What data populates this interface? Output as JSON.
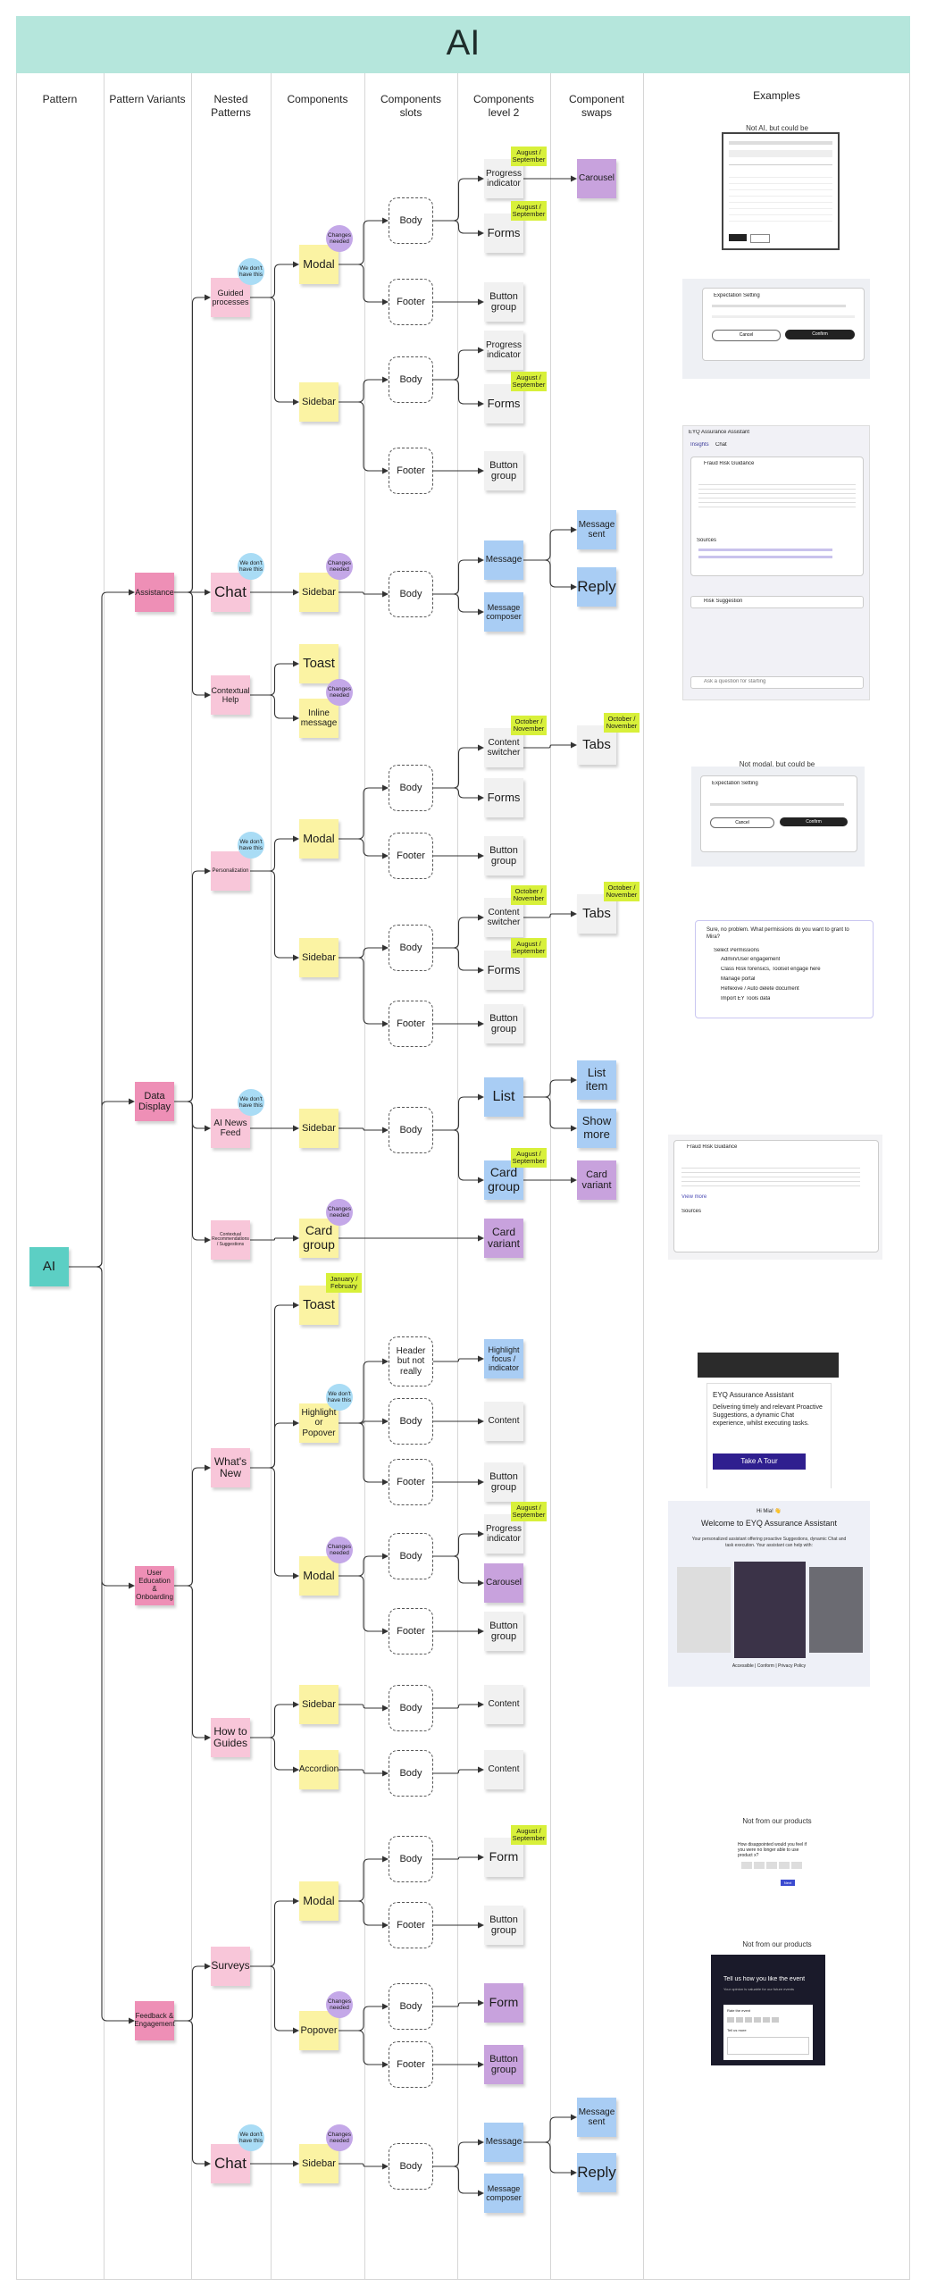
{
  "title": "AI",
  "columns": [
    "Pattern",
    "Pattern Variants",
    "Nested Patterns",
    "Components",
    "Components slots",
    "Components level 2",
    "Component swaps",
    "Examples"
  ],
  "colors": {
    "banner": "#b5e6dc",
    "pattern": "#5ccfc4",
    "variant": "#ee8fb6",
    "nested": "#f8c6d9",
    "component": "#fbf3a3",
    "slot": "#ffffff",
    "level2_default": "#f1f1f1",
    "level2_blue": "#a9cdf4",
    "purple": "#c8a2dd",
    "tag": "#d8f03a",
    "blue_circle": "#a9dcf5",
    "purple_circle": "#c4a8e8"
  },
  "pattern": {
    "label": "AI"
  },
  "variants": {
    "assistance": "Assistance",
    "data_display": "Data Display",
    "education": "User Education & Onboarding",
    "feedback": "Feedback & Engagement"
  },
  "nested": {
    "guided": "Guided processes",
    "chat": "Chat",
    "contextual": "Contextual Help",
    "personalization": "Personalization",
    "ai_news": "AI News Feed",
    "recommendations": "Contextual Recommendations / Suggestions",
    "whats_new": "What's New",
    "how_to": "How to Guides",
    "surveys": "Surveys",
    "chat2": "Chat"
  },
  "components": {
    "modal": "Modal",
    "sidebar": "Sidebar",
    "toast": "Toast",
    "inline_message": "Inline message",
    "card_group": "Card group",
    "highlight_popover": "Highlight or Popover",
    "accordion": "Accordion",
    "popover": "Popover"
  },
  "slots": {
    "body": "Body",
    "footer": "Footer",
    "header": "Header but not really"
  },
  "level2": {
    "progress_indicator": "Progress indicator",
    "forms": "Forms",
    "button_group": "Button group",
    "message": "Message",
    "message_composer": "Message composer",
    "content_switcher": "Content switcher",
    "list": "List",
    "card_group": "Card group",
    "card_variant": "Card variant",
    "highlight_focus": "Highlight focus / indicator",
    "content": "Content",
    "carousel": "Carousel",
    "form": "Form"
  },
  "swaps": {
    "carousel": "Carousel",
    "message_sent": "Message sent",
    "reply": "Reply",
    "tabs": "Tabs",
    "list_item": "List item",
    "show_more": "Show more",
    "card_variant": "Card variant"
  },
  "tags": {
    "aug_sep": "August / September",
    "oct_nov": "October / November",
    "jan_feb": "January / February"
  },
  "badges": {
    "dont_have": "We don't have this",
    "changes_needed": "Changes needed"
  },
  "examples": {
    "header": "Examples",
    "ex1": {
      "caption": "Not AI, but could be"
    },
    "ex2": {
      "title": "Expectation Setting",
      "cancel": "Cancel",
      "confirm": "Confirm"
    },
    "ex3": {
      "title": "EYQ Assurance Assistant",
      "tab1": "Insights",
      "tab2": "Chat",
      "card": "Fraud Risk Guidance",
      "section": "Sources",
      "card2": "Risk Suggestion",
      "input": "Ask a question for starting"
    },
    "ex4": {
      "caption": "Not modal, but could be",
      "title": "Expectation Setting",
      "cancel": "Cancel",
      "confirm": "Confirm"
    },
    "ex5": {
      "question": "Sure, no problem. What permissions do you want to grant to Mira?",
      "label": "Select Permissions",
      "opts": [
        "Admin/User engagement",
        "Class Risk forensics, Toolset engage here",
        "Manage portal",
        "Reflexive / Auto delete document",
        "Import EY Tools data"
      ]
    },
    "ex6": {
      "title": "Fraud Risk Guidance",
      "link": "View more",
      "section": "Sources"
    },
    "ex7": {
      "title": "EYQ Assurance Assistant",
      "body": "Delivering timely and relevant Proactive Suggestions, a dynamic Chat experience, whilst executing tasks.",
      "button": "Take A Tour"
    },
    "ex8": {
      "hello": "Hi Mia! 👋",
      "title": "Welcome to EYQ Assurance Assistant",
      "subtitle": "Your personalized assistant offering proactive Suggestions, dynamic Chat and task execution. Your assistant can help with:",
      "footer": "Accessible | Conform | Privacy Policy"
    },
    "ex9": {
      "caption": "Not from our products",
      "question": "How disappointed would you feel if you were no longer able to use product x?",
      "submit": "Next"
    },
    "ex10": {
      "caption": "Not from our products",
      "title": "Tell us how you like the event",
      "sub": "Your opinion is valuable for our future events",
      "q1": "Rate the event",
      "q2": "Tell us more"
    }
  }
}
